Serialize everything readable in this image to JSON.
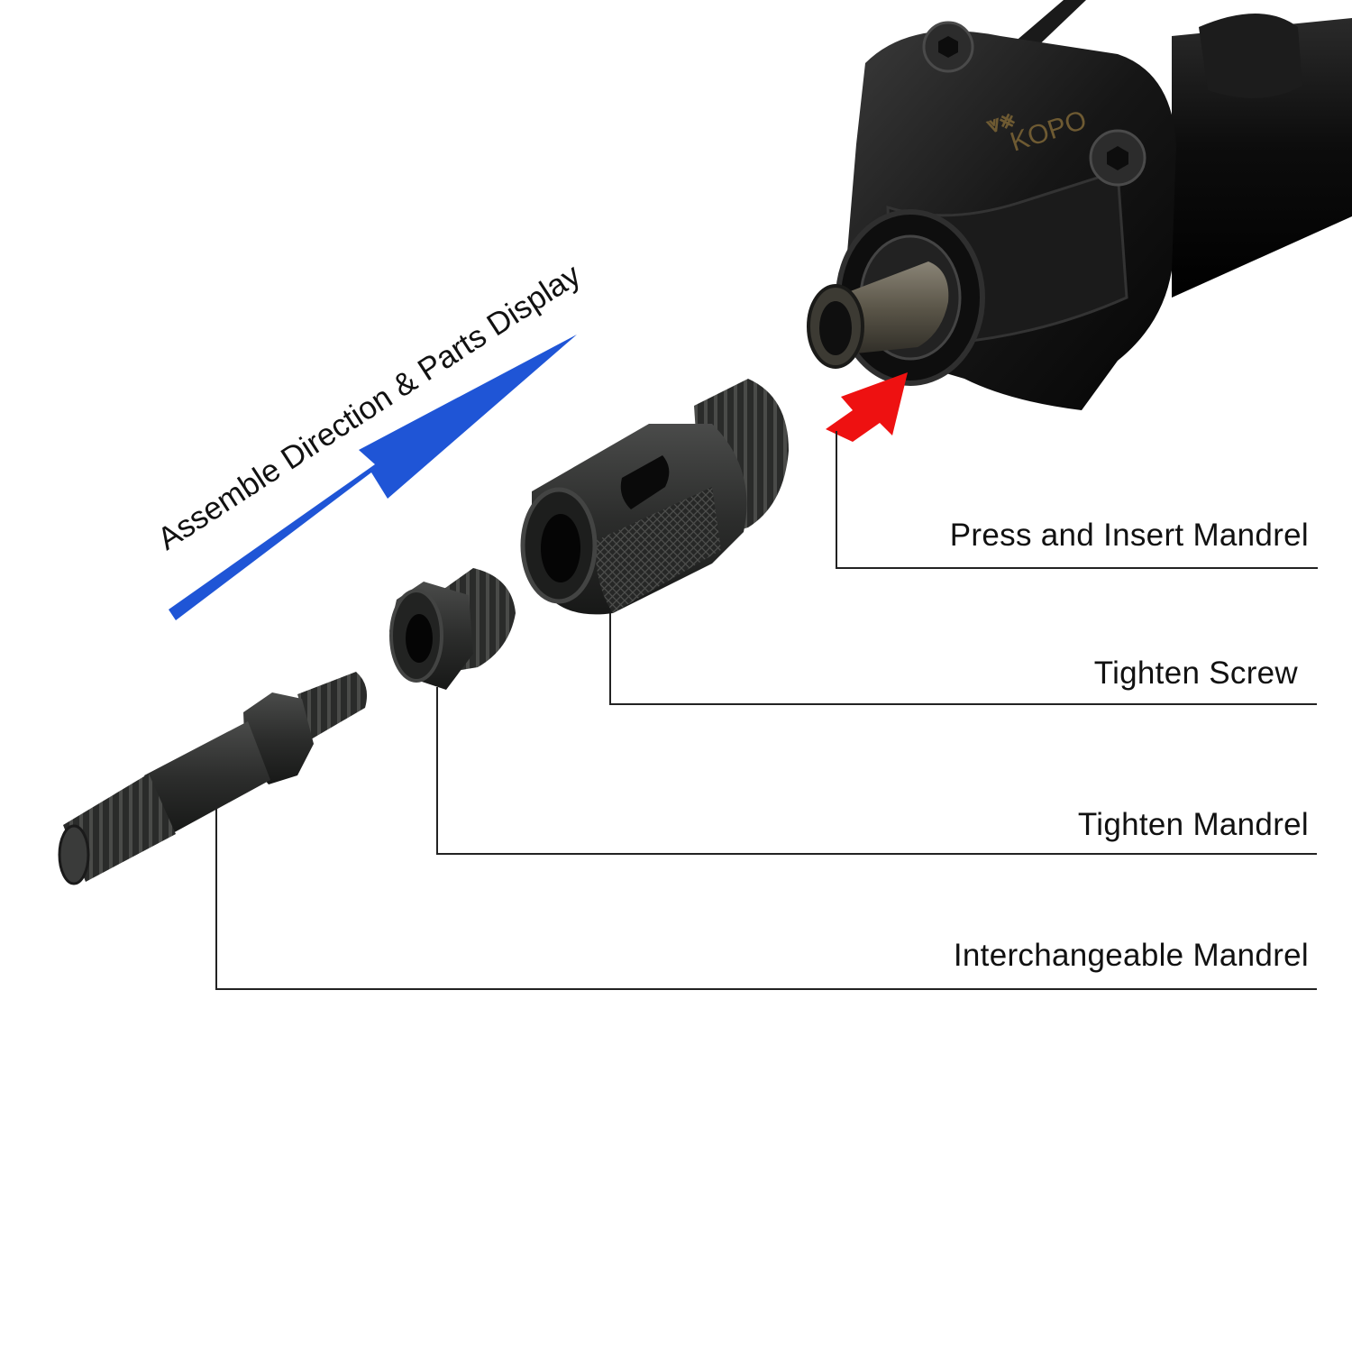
{
  "diagram": {
    "direction_text": "Assemble Direction & Parts Display",
    "logo_text": "KOPO",
    "labels": {
      "press_insert": "Press and Insert Mandrel",
      "tighten_screw": "Tighten Screw",
      "tighten_mandrel": "Tighten Mandrel",
      "interchangeable": "Interchangeable Mandrel"
    },
    "colors": {
      "direction_arrow": "#1f55d6",
      "insert_arrow": "#ee1111",
      "callout_line": "#222222",
      "metal_dark": "#2c2d2c",
      "tool_body": "#151515"
    }
  }
}
